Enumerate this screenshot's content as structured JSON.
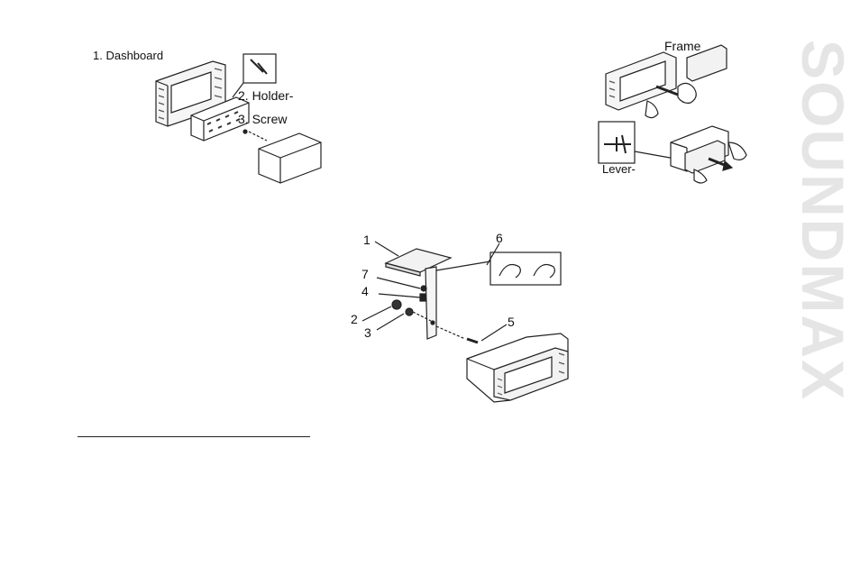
{
  "figure_a": {
    "dashboard_label": "1. Dashboard",
    "holder_label": "2. Holder-",
    "screw_label": "3. Screw"
  },
  "figure_b": {
    "frame_label": "Frame",
    "lever_label": "Lever-"
  },
  "figure_c": {
    "callouts": [
      "1",
      "6",
      "7",
      "4",
      "2",
      "3",
      "5"
    ]
  },
  "brand": {
    "name": "SOUNDMAX"
  }
}
